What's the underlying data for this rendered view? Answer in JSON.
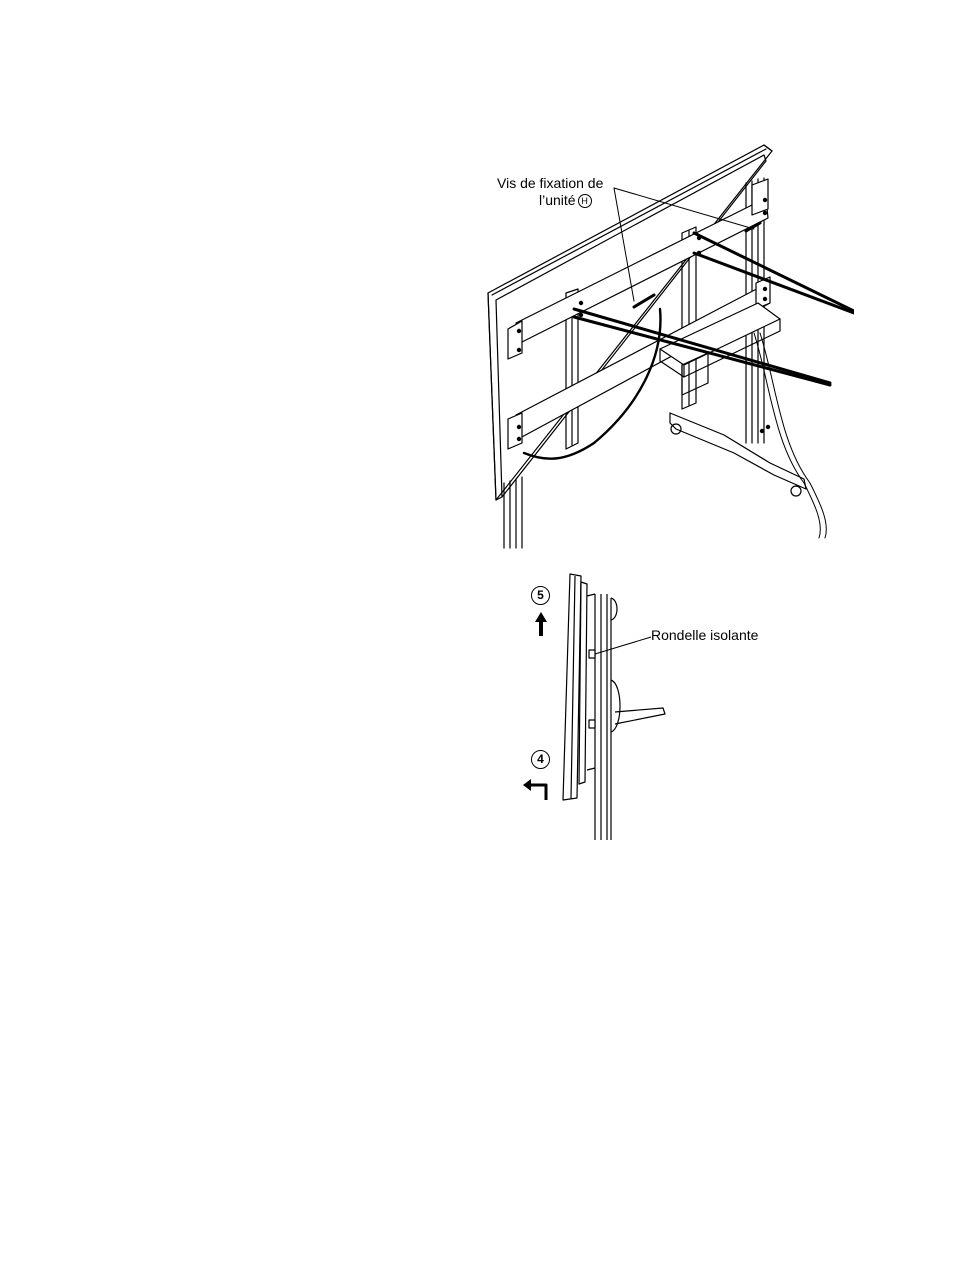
{
  "figure1": {
    "callout_line1": "Vis de fixation de",
    "callout_line2": "l’unité",
    "part_symbol": "H"
  },
  "figure2": {
    "washer_label": "Rondelle isolante",
    "step_up": "5",
    "step_back": "4"
  },
  "colors": {
    "line": "#000000",
    "background": "#ffffff"
  },
  "icons": {
    "step_up_arrow": "arrow-up-icon",
    "step_back_arrow": "arrow-turn-left-icon"
  }
}
